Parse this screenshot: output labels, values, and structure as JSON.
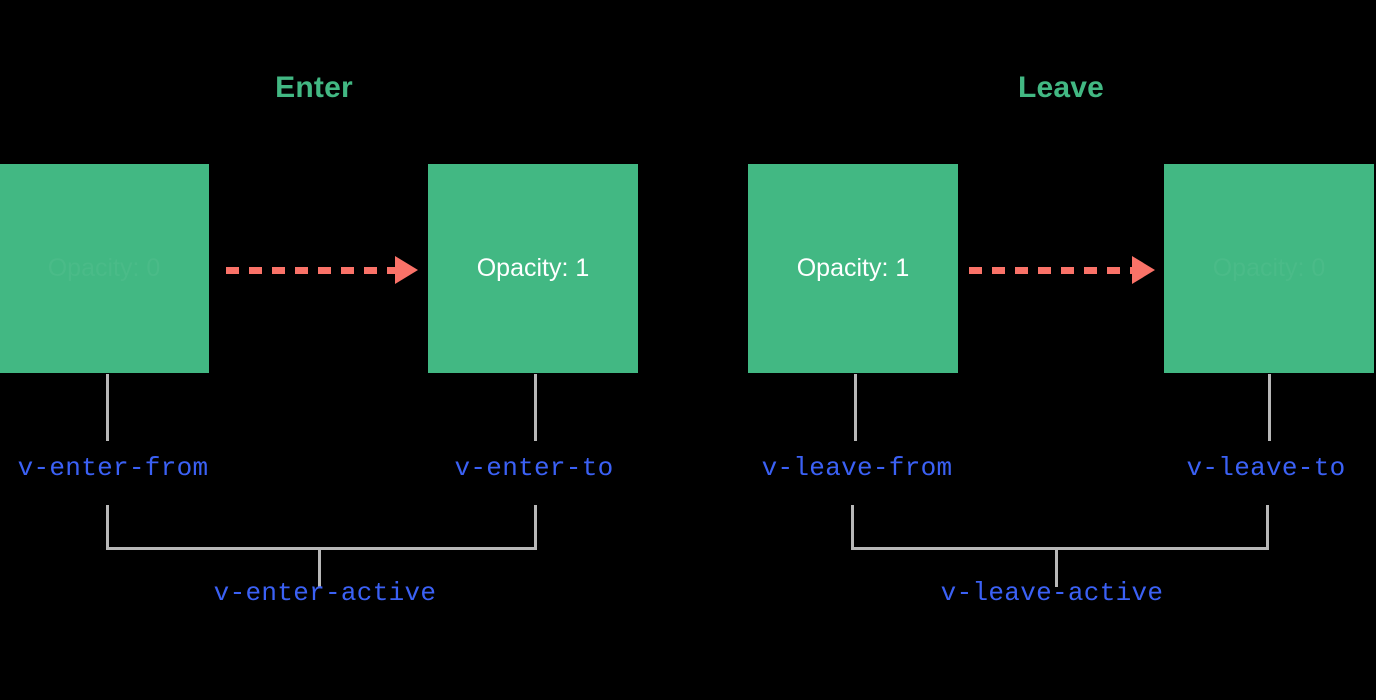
{
  "diagram": {
    "title_semantic": "vue-transition-class-lifecycle",
    "background_color": "#000000",
    "accent_green": "#42b883",
    "arrow_color": "#fa7268",
    "class_label_color": "#3b61f5",
    "connector_color": "#b8b8b8",
    "box_text_color": "#ffffff"
  },
  "sections": [
    {
      "id": "enter",
      "title": "Enter"
    },
    {
      "id": "leave",
      "title": "Leave"
    }
  ],
  "boxes": [
    {
      "id": "enter-from",
      "label": "Opacity: 0",
      "faded": true
    },
    {
      "id": "enter-to",
      "label": "Opacity: 1",
      "faded": false
    },
    {
      "id": "leave-from",
      "label": "Opacity: 1",
      "faded": false
    },
    {
      "id": "leave-to",
      "label": "Opacity: 0",
      "faded": true
    }
  ],
  "class_labels": [
    {
      "id": "enter-from",
      "label": "v-enter-from"
    },
    {
      "id": "enter-to",
      "label": "v-enter-to"
    },
    {
      "id": "leave-from",
      "label": "v-leave-from"
    },
    {
      "id": "leave-to",
      "label": "v-leave-to"
    }
  ],
  "active_labels": [
    {
      "id": "enter-active",
      "label": "v-enter-active"
    },
    {
      "id": "leave-active",
      "label": "v-leave-active"
    }
  ],
  "arrows": [
    {
      "id": "enter-transition",
      "icon": "dashed-arrow-right-icon",
      "direction": "right",
      "style": "dashed"
    },
    {
      "id": "leave-transition",
      "icon": "dashed-arrow-right-icon",
      "direction": "right",
      "style": "dashed"
    }
  ]
}
